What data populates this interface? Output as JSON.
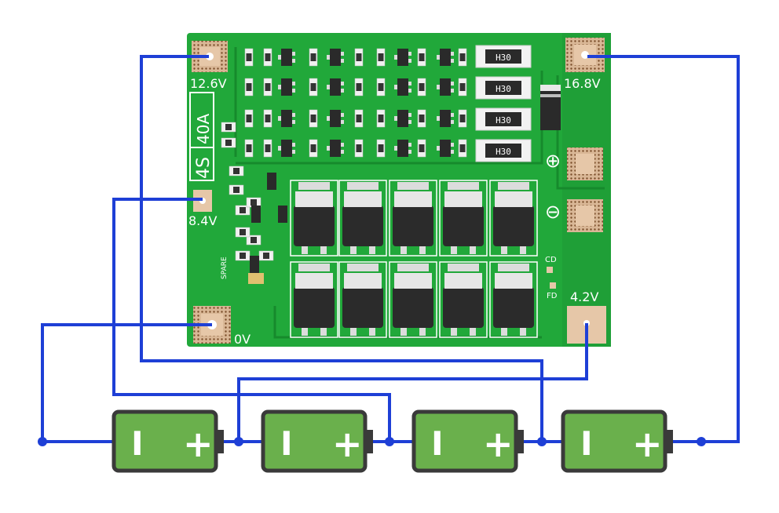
{
  "board": {
    "series_label": "4S",
    "current_label": "40A",
    "spare_label": "SPARE",
    "cd_label": "CD",
    "fd_label": "FD",
    "resistor_code": "H30",
    "plus_symbol": "⊕",
    "minus_symbol": "⊖"
  },
  "pads": {
    "p126": "12.6V",
    "p168": "16.8V",
    "p84": "8.4V",
    "p0": "0V",
    "p42": "4.2V"
  },
  "batteries": [
    {
      "neg": "I",
      "pos": "+"
    },
    {
      "neg": "I",
      "pos": "+"
    },
    {
      "neg": "I",
      "pos": "+"
    },
    {
      "neg": "I",
      "pos": "+"
    }
  ],
  "colors": {
    "pcb": "#21a83a",
    "pcb_dark": "#168a2c",
    "wire": "#1e3fd6",
    "battery_fill": "#6ab04c",
    "battery_border": "#3a3a3a",
    "mosfet": "#2b2b2b",
    "pad": "#e6c7a8"
  }
}
